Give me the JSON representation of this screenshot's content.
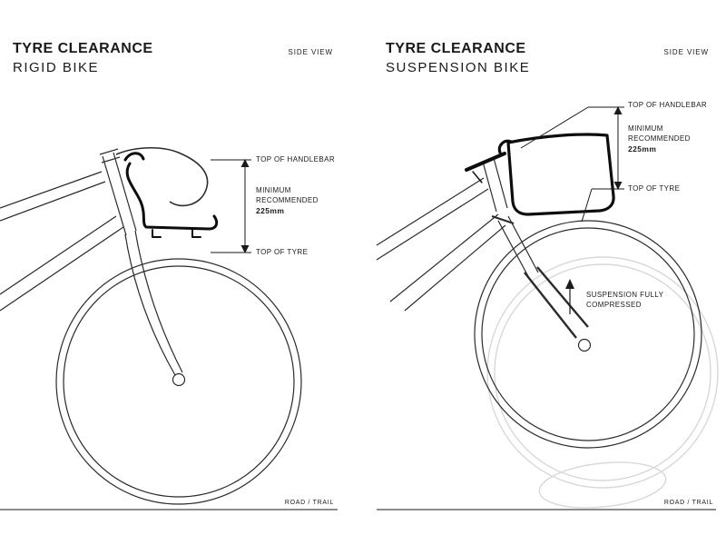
{
  "meta": {
    "background": "#ffffff",
    "line_color": "#2b2b2b",
    "text_color": "#1a1a1a",
    "accent_black": "#0d0d0d",
    "ghost_gray": "#d8d8d8"
  },
  "icons": {
    "dimension_arrows": "vertical-double-arrow",
    "compression_arrow": "up-arrow"
  },
  "panels": [
    {
      "title": "TYRE CLEARANCE",
      "subtitle": "RIGID BIKE",
      "view_label": "SIDE VIEW",
      "labels": {
        "top_of_handlebar": "TOP OF HANDLEBAR",
        "minimum": "MINIMUM",
        "recommended": "RECOMMENDED",
        "clearance_value": "225mm",
        "top_of_tyre": "TOP OF TYRE"
      },
      "footer": "ROAD / TRAIL"
    },
    {
      "title": "TYRE CLEARANCE",
      "subtitle": "SUSPENSION BIKE",
      "view_label": "SIDE VIEW",
      "labels": {
        "top_of_handlebar": "TOP OF HANDLEBAR",
        "minimum": "MINIMUM",
        "recommended": "RECOMMENDED",
        "clearance_value": "225mm",
        "top_of_tyre": "TOP OF TYRE",
        "suspension_note_1": "SUSPENSION FULLY",
        "suspension_note_2": "COMPRESSED"
      },
      "footer": "ROAD / TRAIL"
    }
  ]
}
